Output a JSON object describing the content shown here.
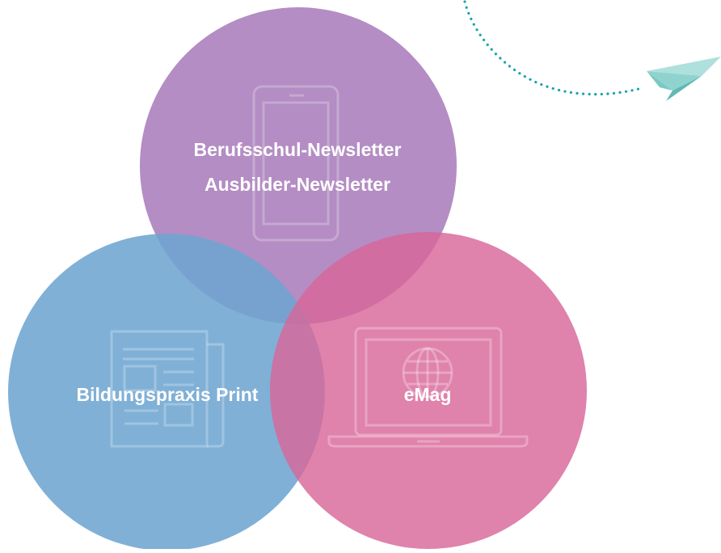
{
  "diagram": {
    "circles": [
      {
        "id": "newsletter",
        "lines": [
          "Berufsschul-Newsletter",
          "Ausbilder-Newsletter"
        ],
        "color": "#a071b4",
        "icon": "smartphone-icon"
      },
      {
        "id": "print",
        "lines": [
          "Bildungspraxis Print"
        ],
        "color": "#6ea5d0",
        "icon": "newspaper-icon"
      },
      {
        "id": "emag",
        "lines": [
          "eMag"
        ],
        "color": "#d8679a",
        "icon": "laptop-globe-icon"
      }
    ],
    "decoration": {
      "icon": "paper-plane-icon",
      "trail_color": "#1aa3ad",
      "plane_color": "#8fd3cf"
    },
    "text_color": "#ffffff"
  }
}
